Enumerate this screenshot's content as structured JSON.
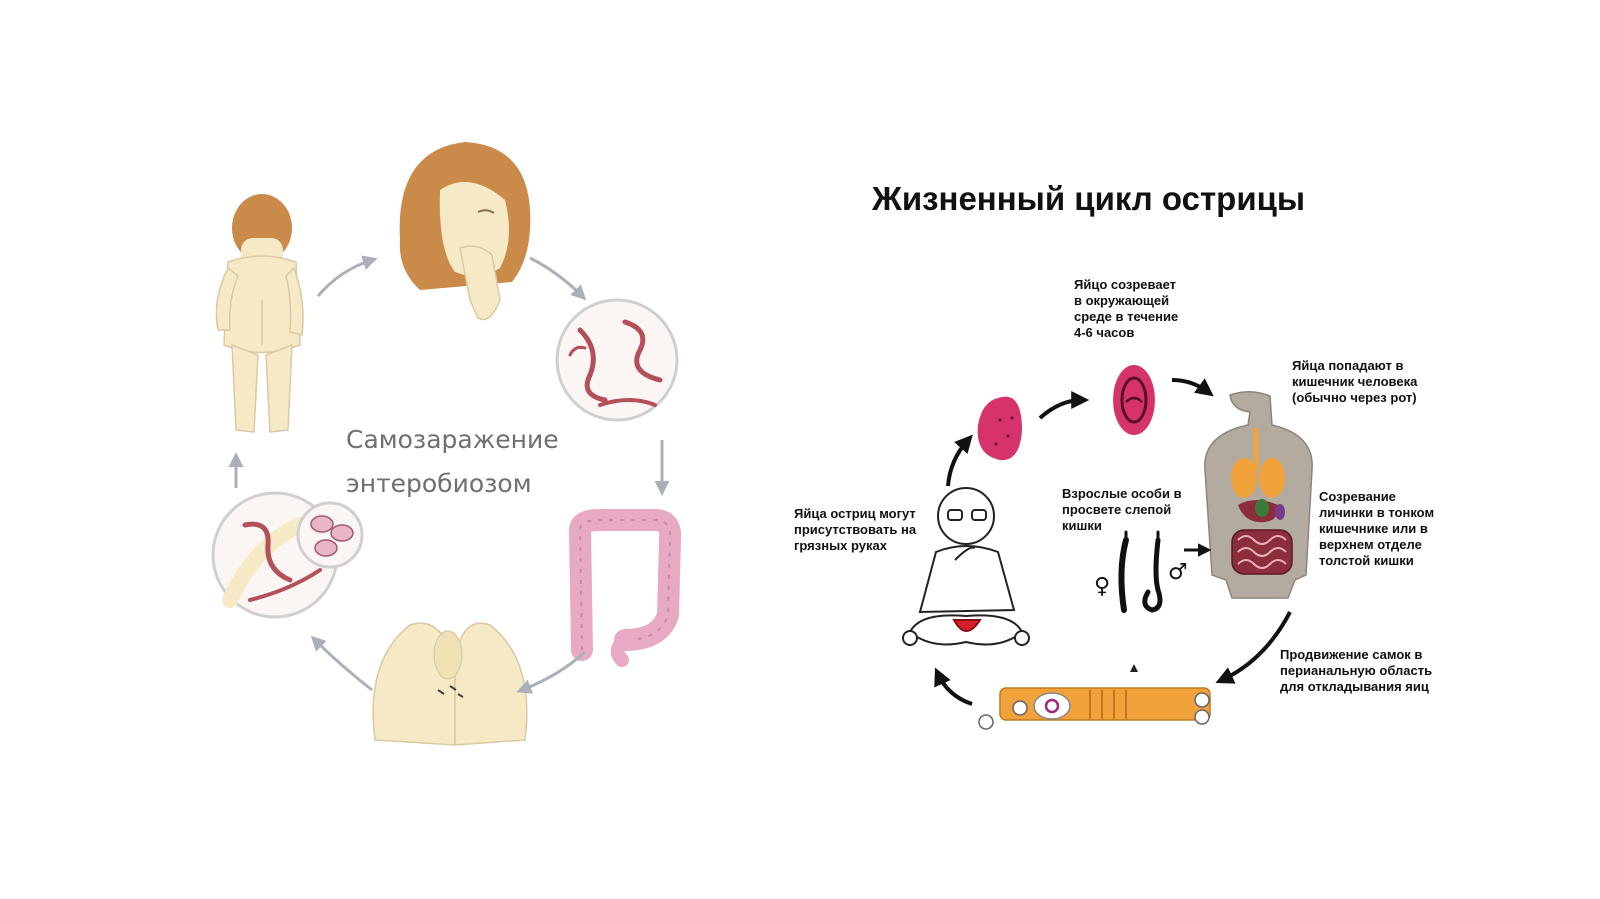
{
  "left": {
    "center_text": "Самозаражение\nэнтеробиозом"
  },
  "right": {
    "title": "Жизненный цикл острицы",
    "captions": {
      "egg_matures": "Яйцо созревает\nв окружающей\nсреде в течение\n4-6 часов",
      "eggs_enter": "Яйца попадают в\nкишечник человека\n(обычно через рот)",
      "larva_maturation": "Созревание\nличинки в тонком\nкишечнике или в\nверхнем отделе\nтолстой кишки",
      "female_migration": "Продвижение самок в\nперианальную область\nдля откладывания яиц",
      "adults_cecum": "Взрослые особи в\nпросвете слепой\nкишки",
      "eggs_hands": "Яйца остриц могут\nприсутствовать на\nгрязных руках"
    },
    "symbols": {
      "female": "♀",
      "male": "♂"
    }
  },
  "colors": {
    "skin": "#f6e9c6",
    "hair": "#c98a4a",
    "worm": "#b4505a",
    "magenta": "#d6336c",
    "intestine": "#e7a9c4",
    "body_grey": "#b3ab9f",
    "orange": "#f2a23a",
    "arrow_grey": "#a9b0b8"
  }
}
